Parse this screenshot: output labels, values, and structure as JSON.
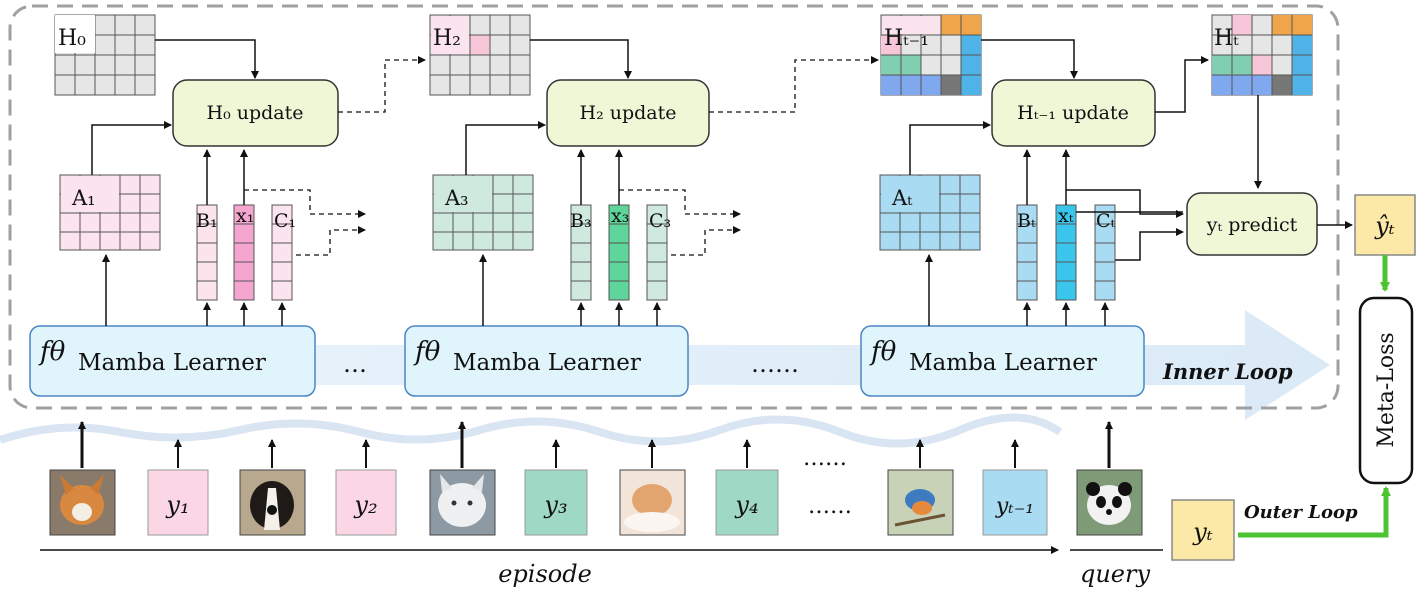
{
  "learners": [
    {
      "f": "fθ",
      "label": "Mamba Learner"
    },
    {
      "f": "fθ",
      "label": "Mamba Learner"
    },
    {
      "f": "fθ",
      "label": "Mamba Learner"
    }
  ],
  "updates": [
    {
      "label": "H₀ update"
    },
    {
      "label": "H₂ update"
    },
    {
      "label": "Hₜ₋₁ update"
    }
  ],
  "states": [
    "H₀",
    "H₂",
    "Hₜ₋₁",
    "Hₜ"
  ],
  "a_matrices": [
    "A₁",
    "A₃",
    "Aₜ"
  ],
  "bxc": [
    {
      "b": "B₁",
      "x": "x₁",
      "c": "C₁"
    },
    {
      "b": "B₃",
      "x": "x₃",
      "c": "C₃"
    },
    {
      "b": "Bₜ",
      "x": "xₜ",
      "c": "Cₜ"
    }
  ],
  "predict_label": "yₜ predict",
  "y_hat": "ŷₜ",
  "meta_loss": "Meta-Loss",
  "inner_loop": "Inner Loop",
  "outer_loop": "Outer Loop",
  "ellipsis_short": "…",
  "ellipsis_long": "……",
  "labels_row": [
    "y₁",
    "y₂",
    "y₃",
    "y₄",
    "yₜ₋₁"
  ],
  "y_t_target": "yₜ",
  "episode": "episode",
  "query": "query",
  "images": [
    "corgi-photo",
    "bernese-dog-photo",
    "white-cat-photo",
    "kitten-photo",
    "bird-photo",
    "panda-photo"
  ],
  "colors": {
    "pink": "#f7d6e4",
    "teal": "#cfe9df",
    "blue": "#a9dcf2",
    "learner_fill": "#dff4fb",
    "update_fill": "#eef7d6",
    "yellow": "#fde9a7",
    "green_arrow": "#4cc431"
  }
}
